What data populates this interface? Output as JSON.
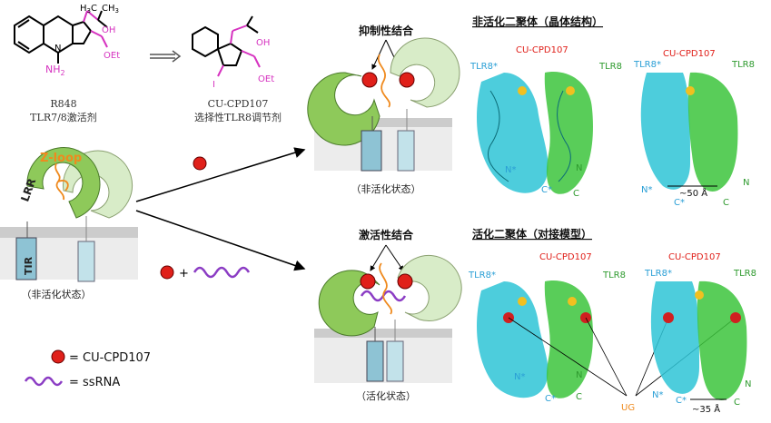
{
  "chem": {
    "r848_name": "R848",
    "r848_desc": "TLR7/8激活剂",
    "cu_name": "CU-CPD107",
    "cu_desc": "选择性TLR8调节剂",
    "nh2": "NH",
    "nh2_sub": "2",
    "n": "N",
    "oh": "OH",
    "oet": "OEt",
    "i": "I",
    "h3c": "H",
    "h3c_sub": "3",
    "h3c_c": "C",
    "ch3": "CH",
    "ch3_sub": "3"
  },
  "membrane": {
    "zloop": "Z-loop",
    "lrr": "LRR",
    "tir": "TIR",
    "inactive_state": "（非活化状态）",
    "active_state": "（活化状态）",
    "inhibit_label": "抑制性结合",
    "activate_label": "激活性结合"
  },
  "legend": {
    "dot_label": "= CU-CPD107",
    "rna_label": "= ssRNA",
    "plus": "+"
  },
  "structures": {
    "top_title": "非活化二聚体（晶体结构）",
    "bottom_title": "活化二聚体（对接模型）",
    "tlr8star": "TLR8*",
    "tlr8": "TLR8",
    "cpd": "CU-CPD107",
    "nstar": "N*",
    "cstar": "C*",
    "n": "N",
    "c": "C",
    "dist_top": "~50 Å",
    "dist_bottom": "~35 Å",
    "ug": "UG"
  },
  "colors": {
    "cyan": "#2ec4d6",
    "green": "#3cc43c",
    "red": "#e0201a",
    "orange": "#ef8a1e",
    "purple": "#8b3cc4",
    "magenta": "#e033c8",
    "blue_label": "#2a9fd6"
  }
}
